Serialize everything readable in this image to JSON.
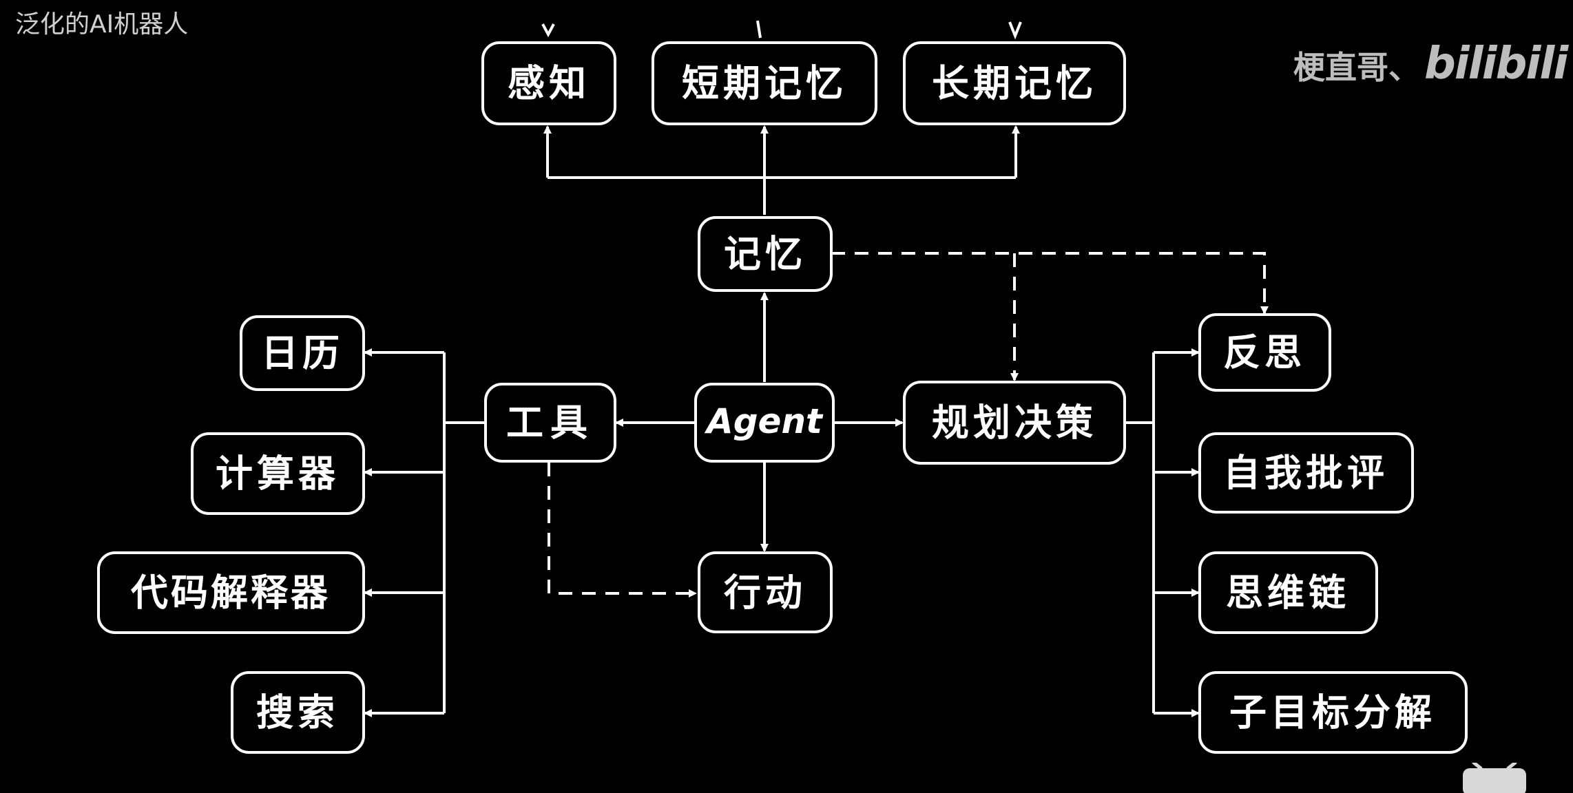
{
  "header": {
    "title": "泛化的AI机器人"
  },
  "watermark": {
    "author": "梗直哥、",
    "brand": "bilibili"
  },
  "nodes": {
    "agent": "Agent",
    "memory": "记忆",
    "perception": "感知",
    "short_term_memory": "短期记忆",
    "long_term_memory": "长期记忆",
    "tools": "工具",
    "calendar": "日历",
    "calculator": "计算器",
    "code_interpreter": "代码解释器",
    "search": "搜索",
    "action": "行动",
    "planning": "规划决策",
    "reflection": "反思",
    "self_criticism": "自我批评",
    "chain_of_thought": "思维链",
    "subgoal_decomposition": "子目标分解"
  },
  "colors": {
    "background": "#000000",
    "stroke": "#ffffff",
    "title_text": "#d0d0d0",
    "watermark": "#bdbdbd"
  },
  "icons": {
    "corner": "tv-icon"
  }
}
